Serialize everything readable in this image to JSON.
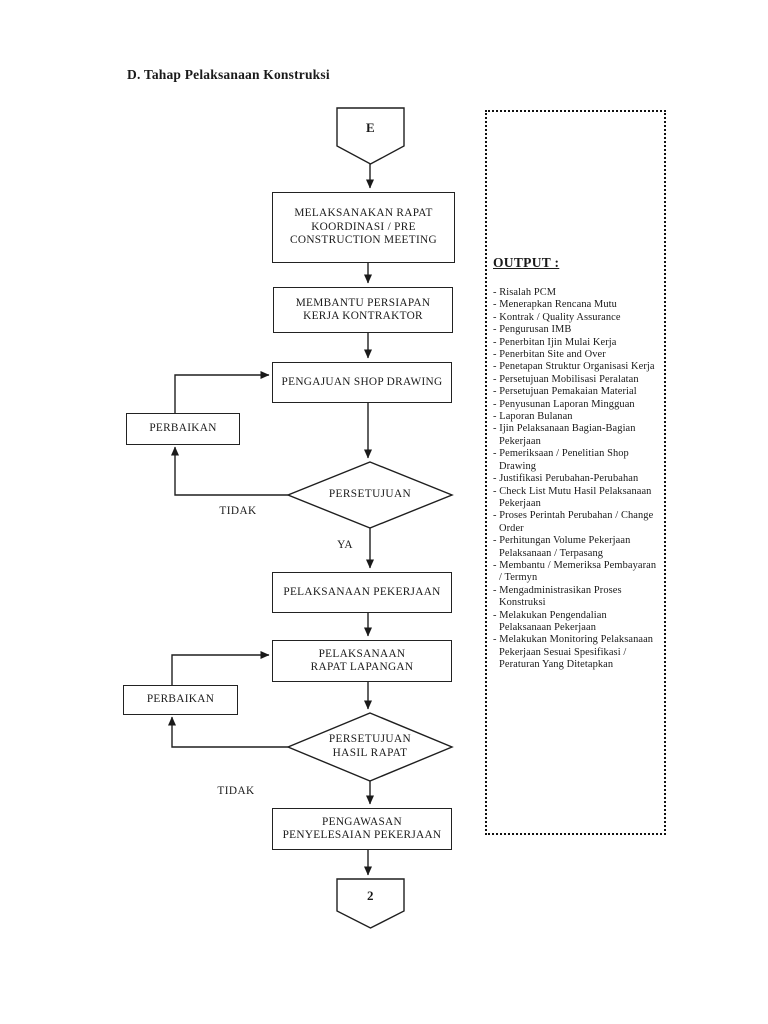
{
  "title": "D. Tahap Pelaksanaan Konstruksi",
  "flow": {
    "connector_start": "E",
    "connector_end": "2",
    "step_pre_construction_meeting": "MELAKSANAKAN RAPAT\nKOORDINASI / PRE\nCONSTRUCTION MEETING",
    "step_persiapan_kontraktor": "MEMBANTU PERSIAPAN\nKERJA KONTRAKTOR",
    "step_shop_drawing": "PENGAJUAN SHOP DRAWING",
    "perbaikan_1": "PERBAIKAN",
    "decision_persetujuan": "PERSETUJUAN",
    "label_tidak_1": "TIDAK",
    "label_ya": "YA",
    "step_pelaksanaan_pekerjaan": "PELAKSANAAN  PEKERJAAN",
    "step_rapat_lapangan": "PELAKSANAAN\nRAPAT LAPANGAN",
    "perbaikan_2": "PERBAIKAN",
    "decision_persetujuan_hasil_rapat": "PERSETUJUAN\nHASIL RAPAT",
    "label_tidak_2": "TIDAK",
    "step_pengawasan": "PENGAWASAN\nPENYELESAIAN PEKERJAAN"
  },
  "output_panel": {
    "heading": "OUTPUT :",
    "items": [
      "- Risalah PCM",
      "- Menerapkan Rencana Mutu",
      "- Kontrak / Quality Assurance",
      "- Pengurusan IMB",
      "- Penerbitan Ijin Mulai Kerja",
      "- Penerbitan Site and Over",
      "- Penetapan Struktur Organisasi Kerja",
      "- Persetujuan Mobilisasi Peralatan",
      "- Persetujuan Pemakaian Material",
      "- Penyusunan Laporan Mingguan",
      "- Laporan Bulanan",
      "- Ijin Pelaksanaan Bagian-Bagian Pekerjaan",
      "- Pemeriksaan / Penelitian Shop Drawing",
      "- Justifikasi Perubahan-Perubahan",
      "- Check List Mutu Hasil Pelaksanaan Pekerjaan",
      "- Proses Perintah Perubahan / Change Order",
      "- Perhitungan Volume Pekerjaan Pelaksanaan / Terpasang",
      "- Membantu / Memeriksa Pembayaran / Termyn",
      "- Mengadministrasikan Proses Konstruksi",
      "- Melakukan Pengendalian Pelaksanaan Pekerjaan",
      "- Melakukan Monitoring Pelaksanaan Pekerjaan Sesuai Spesifikasi / Peraturan Yang Ditetapkan"
    ]
  },
  "colors": {
    "ink": "#1a1a1a",
    "paper": "#ffffff"
  }
}
